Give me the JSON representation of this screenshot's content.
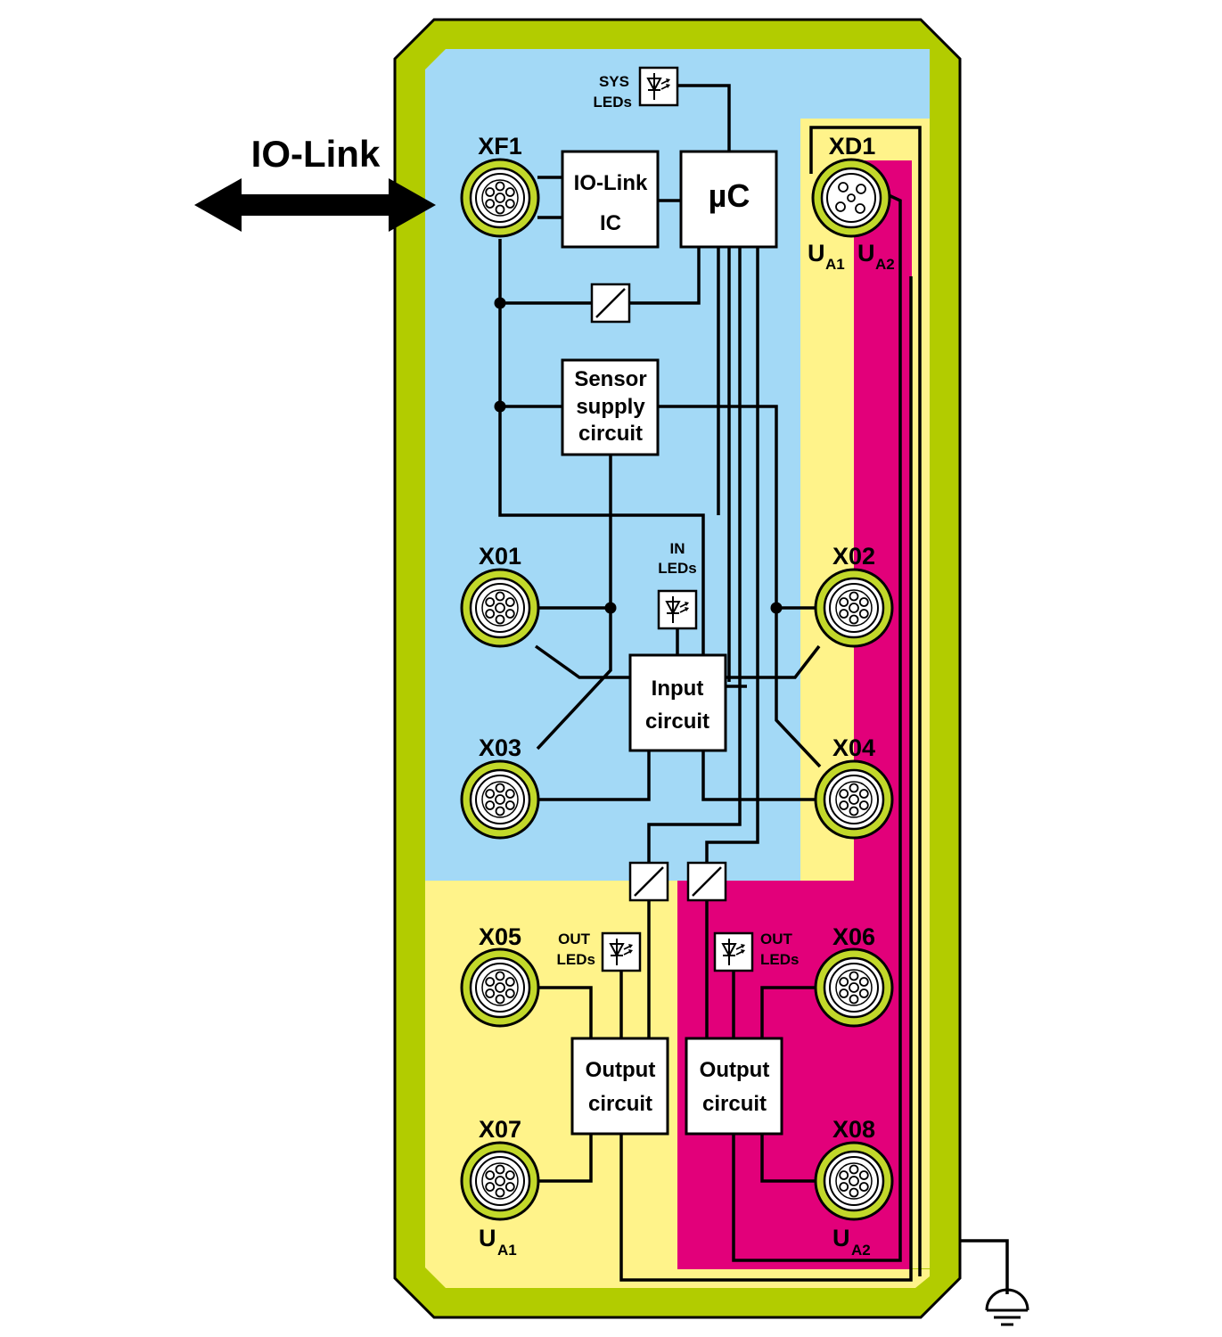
{
  "header": {
    "protocol_label": "IO-Link"
  },
  "colors": {
    "housing": "#b2cc00",
    "logic_zone": "#a3d9f6",
    "ua1_zone": "#fff38a",
    "ua2_zone": "#e2007a",
    "connector_ring": "#c2d82a"
  },
  "ports": {
    "xf1": "XF1",
    "xd1": "XD1",
    "x01": "X01",
    "x02": "X02",
    "x03": "X03",
    "x04": "X04",
    "x05": "X05",
    "x06": "X06",
    "x07": "X07",
    "x08": "X08"
  },
  "supply": {
    "u": "U",
    "a1": "A1",
    "a2": "A2"
  },
  "blocks": {
    "iolink_ic_line1": "IO-Link",
    "iolink_ic_line2": "IC",
    "microcontroller": "µC",
    "sensor_supply_line1": "Sensor",
    "sensor_supply_line2": "supply",
    "sensor_supply_line3": "circuit",
    "input_line1": "Input",
    "input_line2": "circuit",
    "output_line1": "Output",
    "output_line2": "circuit"
  },
  "leds": {
    "sys_line1": "SYS",
    "sys_line2": "LEDs",
    "in_line1": "IN",
    "in_line2": "LEDs",
    "out_line1": "OUT",
    "out_line2": "LEDs"
  },
  "icons": [
    "led-icon",
    "isolation-converter-icon",
    "m12-connector-icon",
    "ground-icon",
    "bidirectional-arrow-icon"
  ]
}
